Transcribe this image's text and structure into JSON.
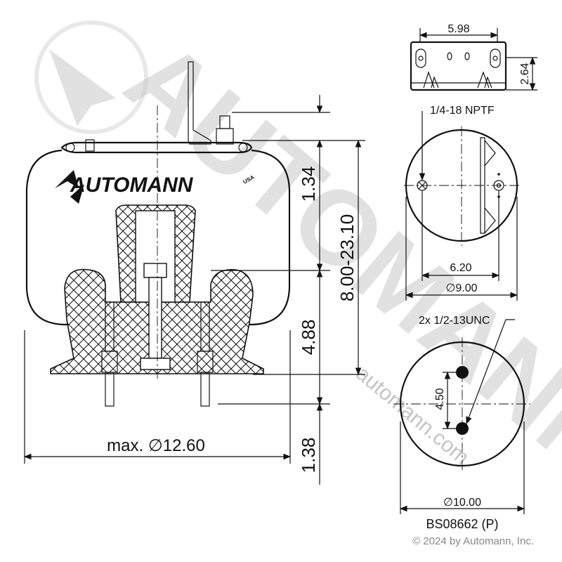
{
  "brand": {
    "logo_text": "AUTOMANN",
    "logo_mark": "USA",
    "watermark_text": "AUTOMANN",
    "watermark_url": "automann.com",
    "copyright": "© 2024 by Automann, Inc."
  },
  "part_number": "BS08662 (P)",
  "dimensions": {
    "mount_bracket_width": "5.98",
    "mount_bracket_height": "2.64",
    "top_port": "1/4-18 NPTF",
    "top_stud_spacing": "6.20",
    "top_plate_diameter": "∅9.00",
    "bottom_studs": "2x 1/2-13UNC",
    "bottom_stud_spacing": "4.50",
    "bottom_diameter": "∅10.00",
    "top_height": "1.34",
    "height_range": "8.00-23.10",
    "piston_height": "4.88",
    "stud_length": "1.38",
    "max_diameter": "max. ∅12.60"
  }
}
